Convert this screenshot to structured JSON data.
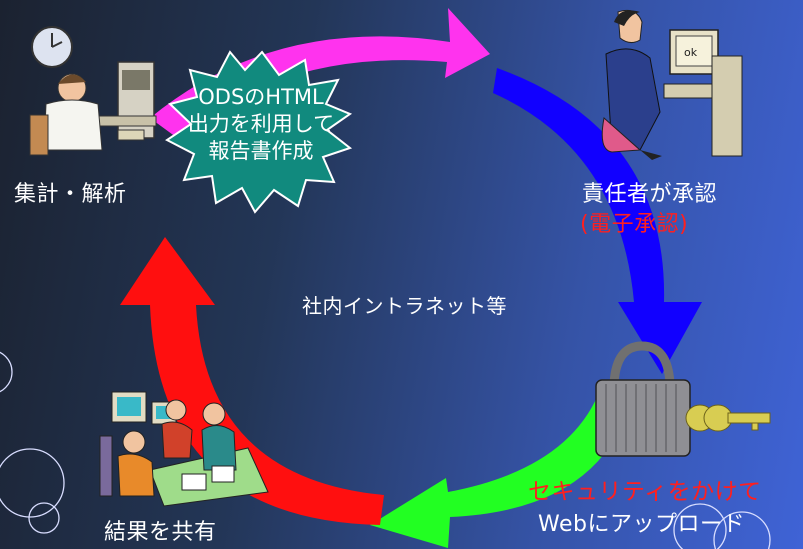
{
  "diagram": {
    "center_label": "ODSのHTML\n出力を利用して\n報告書作成",
    "center_lines": [
      "ODSのHTML",
      "出力を利用して",
      "報告書作成"
    ],
    "steps": {
      "analysis": {
        "label": "集計・解析",
        "icon": "worker-at-desk-icon"
      },
      "approval": {
        "label": "責任者が承認",
        "note": "(電子承認)",
        "icon": "manager-at-computer-icon"
      },
      "upload": {
        "line1": "セキュリティをかけて",
        "line2": "Webにアップロード",
        "icon": "padlock-with-key-icon"
      },
      "share": {
        "label": "結果を共有",
        "icon": "meeting-group-icon"
      }
    },
    "intranet_label": "社内イントラネット等"
  },
  "colors": {
    "arrow_top": "#ff33ee",
    "arrow_right": "#1100ff",
    "arrow_bottom": "#22ff22",
    "arrow_left": "#ff1010",
    "star_fill": "#118a7e",
    "note_red": "#ff1f1f"
  }
}
